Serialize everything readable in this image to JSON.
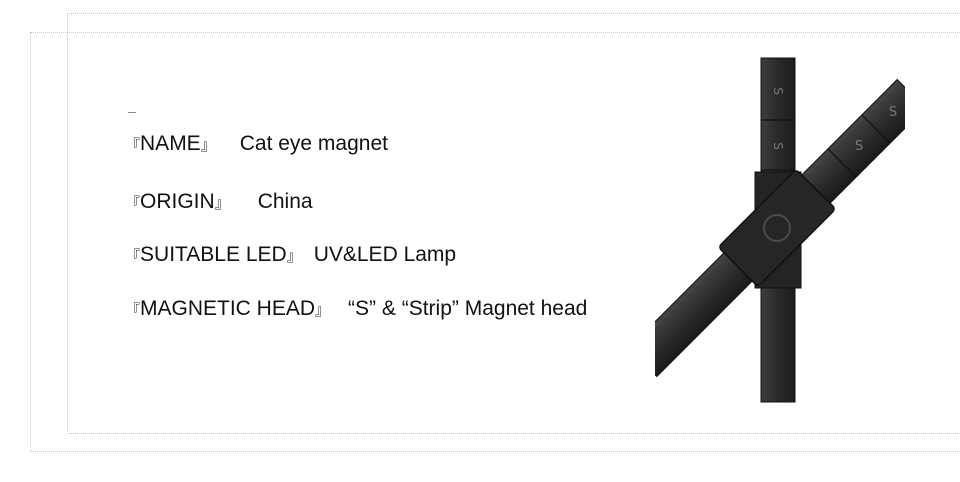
{
  "specs": [
    {
      "label": "NAME",
      "value": "Cat eye magnet"
    },
    {
      "label": "ORIGIN",
      "value": "China"
    },
    {
      "label": "SUITABLE LED",
      "value": "UV&LED Lamp"
    },
    {
      "label": "MAGNETIC HEAD",
      "value": "“S” & “Strip” Magnet head"
    }
  ],
  "brackets": {
    "open": "『",
    "close": "』"
  },
  "product_image": {
    "depicts": "black double-ended cat eye magnet tool, two crossed bars",
    "marking": "S",
    "colors": {
      "body": "#2b2b2b",
      "highlight": "#4a4a4a",
      "frame_dots": "#c8c8c8"
    }
  }
}
